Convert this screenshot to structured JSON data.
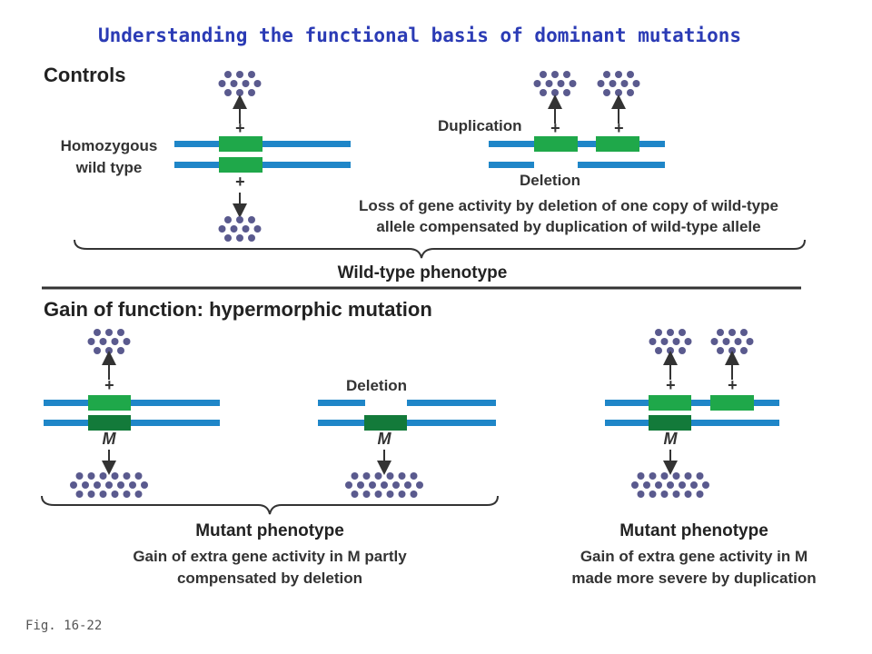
{
  "title": "Understanding the functional basis of dominant mutations",
  "controls": {
    "heading": "Controls",
    "homozygous_line1": "Homozygous",
    "homozygous_line2": "wild type",
    "duplication_label": "Duplication",
    "deletion_label": "Deletion",
    "explanation_line1": "Loss of gene activity by deletion of one copy of wild-type",
    "explanation_line2": "allele compensated by duplication of wild-type allele",
    "phenotype": "Wild-type phenotype"
  },
  "gain": {
    "heading": "Gain of function: hypermorphic mutation",
    "deletion_label": "Deletion",
    "left_phenotype": "Mutant phenotype",
    "left_explanation_line1": "Gain of extra gene activity in M partly",
    "left_explanation_line2": "compensated by deletion",
    "right_phenotype": "Mutant phenotype",
    "right_explanation_line1": "Gain of extra gene activity in M",
    "right_explanation_line2": "made more severe by duplication"
  },
  "alleles": {
    "wild": "+",
    "mutant": "M"
  },
  "figure_label": "Fig. 16-22",
  "colors": {
    "chromosome": "#1f86c8",
    "gene_wild": "#1fa84a",
    "gene_mutant": "#137a3a",
    "product_dot": "#5a5a8e",
    "title": "#2b3bb5"
  }
}
